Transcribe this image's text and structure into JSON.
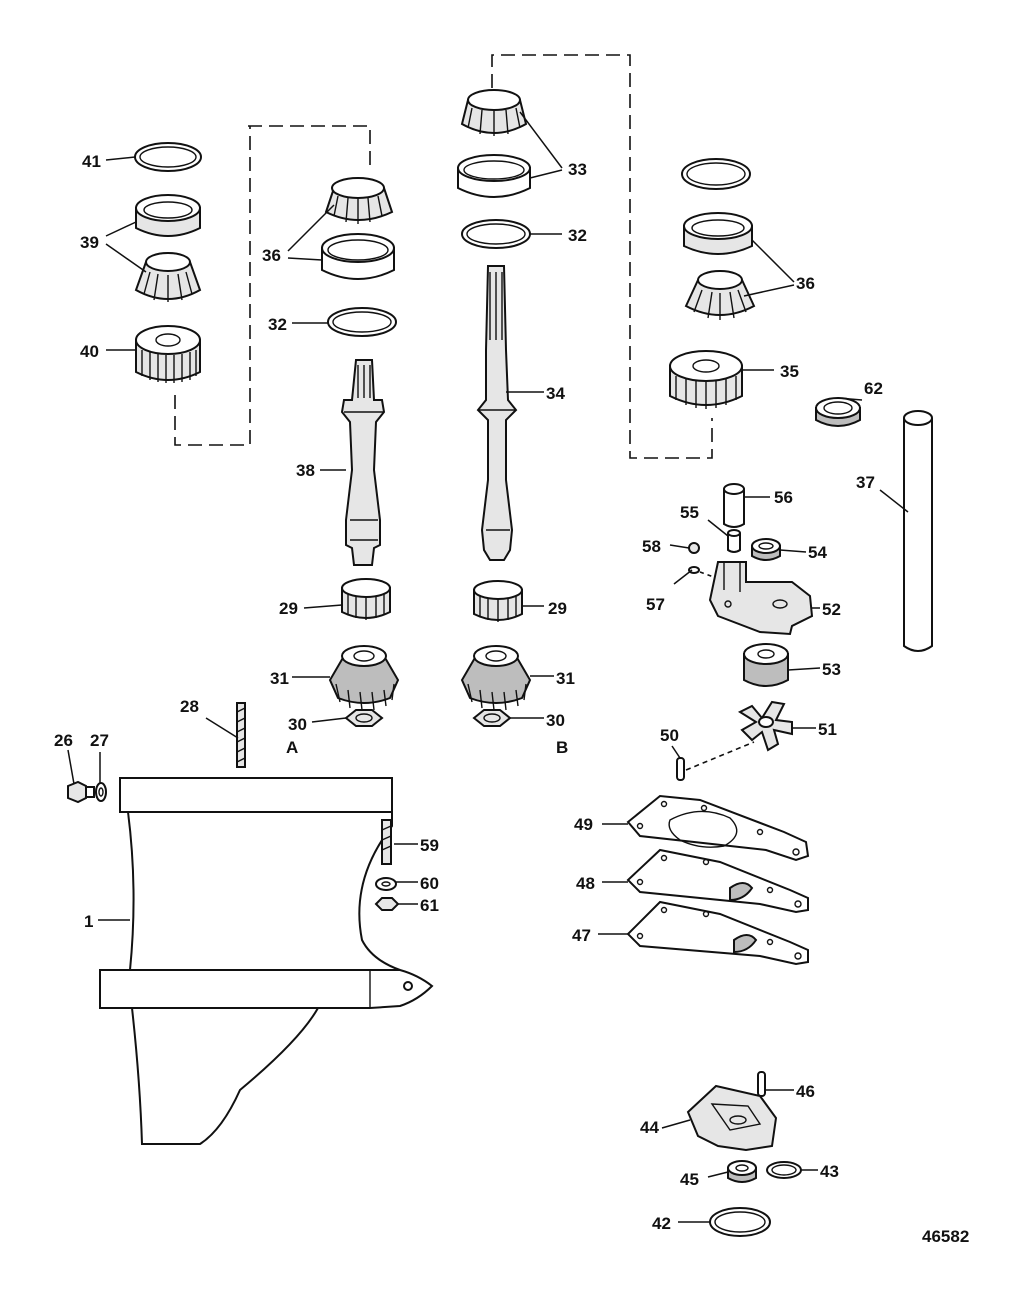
{
  "drawing_number": "46582",
  "labels": {
    "p1": "1",
    "p26": "26",
    "p27": "27",
    "p28": "28",
    "p29a": "29",
    "p29b": "29",
    "p30a": "30",
    "p30b": "30",
    "p31a": "31",
    "p31b": "31",
    "p32a": "32",
    "p32b": "32",
    "p33": "33",
    "p34": "34",
    "p35": "35",
    "p36a": "36",
    "p36b": "36",
    "p37": "37",
    "p38": "38",
    "p39": "39",
    "p40": "40",
    "p41": "41",
    "p42": "42",
    "p43": "43",
    "p44": "44",
    "p45": "45",
    "p46": "46",
    "p47": "47",
    "p48": "48",
    "p49": "49",
    "p50": "50",
    "p51": "51",
    "p52": "52",
    "p53": "53",
    "p54": "54",
    "p55": "55",
    "p56": "56",
    "p57": "57",
    "p58": "58",
    "p59": "59",
    "p60": "60",
    "p61": "61",
    "p62": "62",
    "variant_a": "A",
    "variant_b": "B"
  }
}
